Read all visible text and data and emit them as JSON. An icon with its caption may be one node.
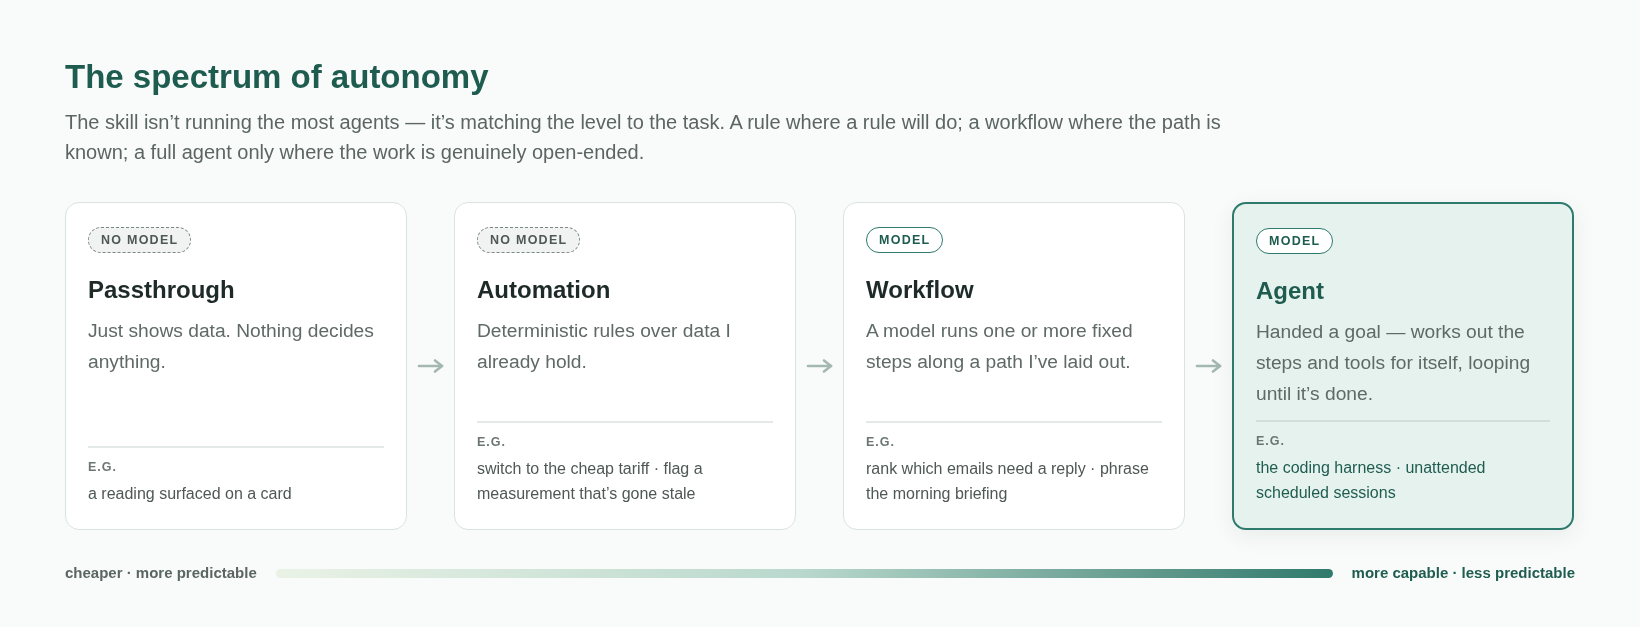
{
  "diagram": {
    "title": "The spectrum of autonomy",
    "nodes": [
      {
        "text": [
          "NO MODEL",
          "Passthrough",
          "Just shows data. Nothing decides anything.",
          "E.G.",
          "a reading surfaced on a card"
        ]
      },
      {
        "text": [
          "NO MODEL",
          "Automation",
          "Deterministic rules over data I already hold.",
          "E.G.",
          "switch to the cheap tariff · flag a measurement that’s gone stale"
        ]
      },
      {
        "text": [
          "MODEL",
          "Workflow",
          "A model runs one or more fixed steps along a path I’ve laid out.",
          "E.G.",
          "rank which emails need a reply · phrase the morning briefing"
        ]
      },
      {
        "text": [
          "MODEL",
          "Agent",
          "Handed a goal — works out the steps and tools for itself, looping until it’s done.",
          "E.G.",
          "the coding harness · unattended scheduled sessions"
        ]
      }
    ],
    "edges": [
      {
        "from": 0,
        "to": 1,
        "arrow": "to"
      },
      {
        "from": 1,
        "to": 2,
        "arrow": "to"
      },
      {
        "from": 2,
        "to": 3,
        "arrow": "to"
      }
    ],
    "labels": [
      "The skill isn’t running the most agents — it’s matching the level to the task. A rule where a rule will do; a workflow where the path is known; a full agent only where the work is genuinely open-ended.",
      "cheaper · more predictable",
      "more capable · less predictable"
    ]
  }
}
